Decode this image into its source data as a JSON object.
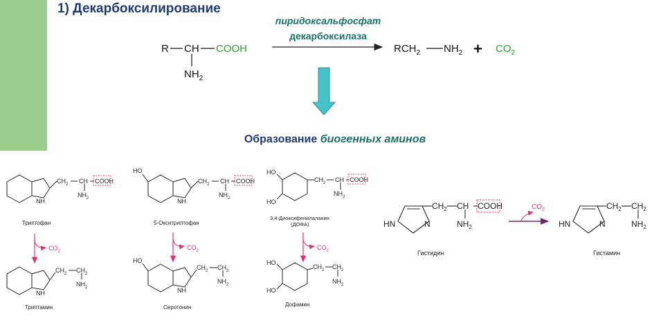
{
  "heading": {
    "title": "1) Декарбоксилирование"
  },
  "reaction": {
    "catalyst_cofactor": "пиридоксальфосфат",
    "enzyme": "декарбоксилаза",
    "r": "R",
    "ch": "CH",
    "cooh": "COOH",
    "nh2": "NH",
    "sub2": "2",
    "rch2": "RCH",
    "plus": "+",
    "co2": "CO"
  },
  "subtitle": {
    "prefix": "Образование ",
    "emph": "биогенных аминов"
  },
  "labels": {
    "tryptophan": "Триптофан",
    "tryptamine": "Триптамин",
    "hydroxytryptophan": "5-Окситриптофан",
    "serotonin": "Серотонин",
    "dopa_line1": "3,4-Диоксифенилаланин",
    "dopa_line2": "(ДОФА)",
    "dopamine": "Дофамин",
    "histidine": "Гистидин",
    "histamine": "Гистамин"
  },
  "groups": {
    "ho": "HO",
    "nh": "NH",
    "hn": "HN",
    "n": "N",
    "ch2": "CH",
    "ch": "CH",
    "cooh": "COOH",
    "nh2": "NH",
    "co2": "CO",
    "two": "2"
  },
  "colors": {
    "title": "#1f3b6e",
    "enzyme": "#1a6f66",
    "co2_green": "#2e9e2e",
    "arrow_cyan": "#46c2c9",
    "highlight_pink": "#e0307a",
    "sidebar": "#9acd8e"
  }
}
